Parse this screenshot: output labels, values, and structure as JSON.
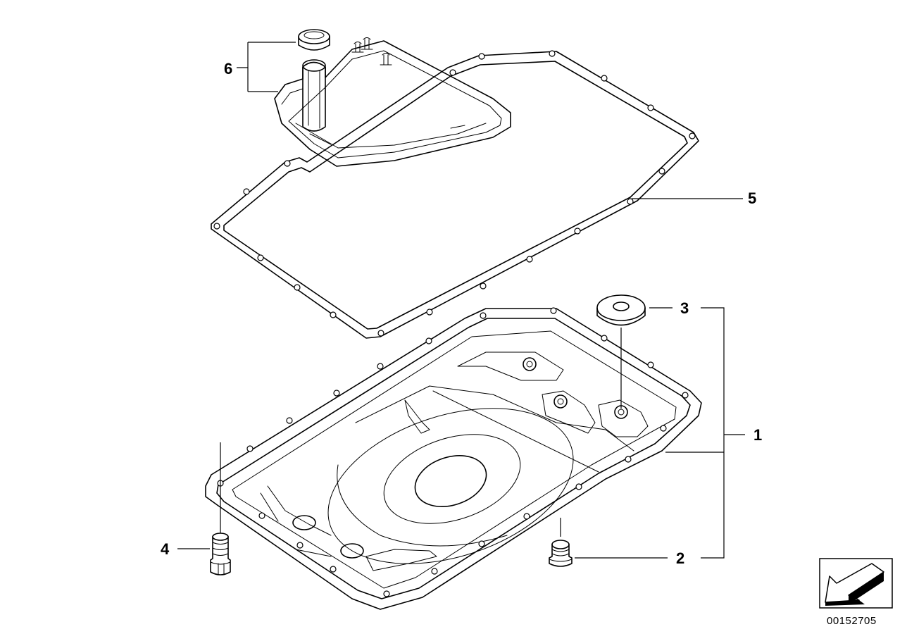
{
  "callouts": {
    "c1": "1",
    "c2": "2",
    "c3": "3",
    "c4": "4",
    "c5": "5",
    "c6": "6"
  },
  "document_number": "00152705",
  "icons": {
    "orientation_arrow": "arrow-left-down-icon"
  },
  "colors": {
    "line": "#000000",
    "background": "#ffffff"
  }
}
